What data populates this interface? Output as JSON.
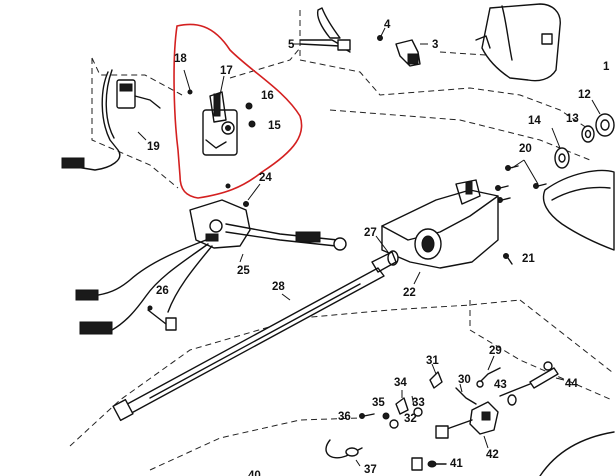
{
  "callouts": [
    "1",
    "3",
    "4",
    "5",
    "12",
    "13",
    "14",
    "15",
    "16",
    "17",
    "18",
    "19",
    "20",
    "21",
    "22",
    "24",
    "25",
    "26",
    "27",
    "28",
    "29",
    "30",
    "31",
    "32",
    "33",
    "34",
    "35",
    "36",
    "37",
    "41",
    "42",
    "43",
    "44"
  ],
  "colors": {
    "highlight": "#d42020",
    "ink": "#111111",
    "background": "#ffffff"
  }
}
